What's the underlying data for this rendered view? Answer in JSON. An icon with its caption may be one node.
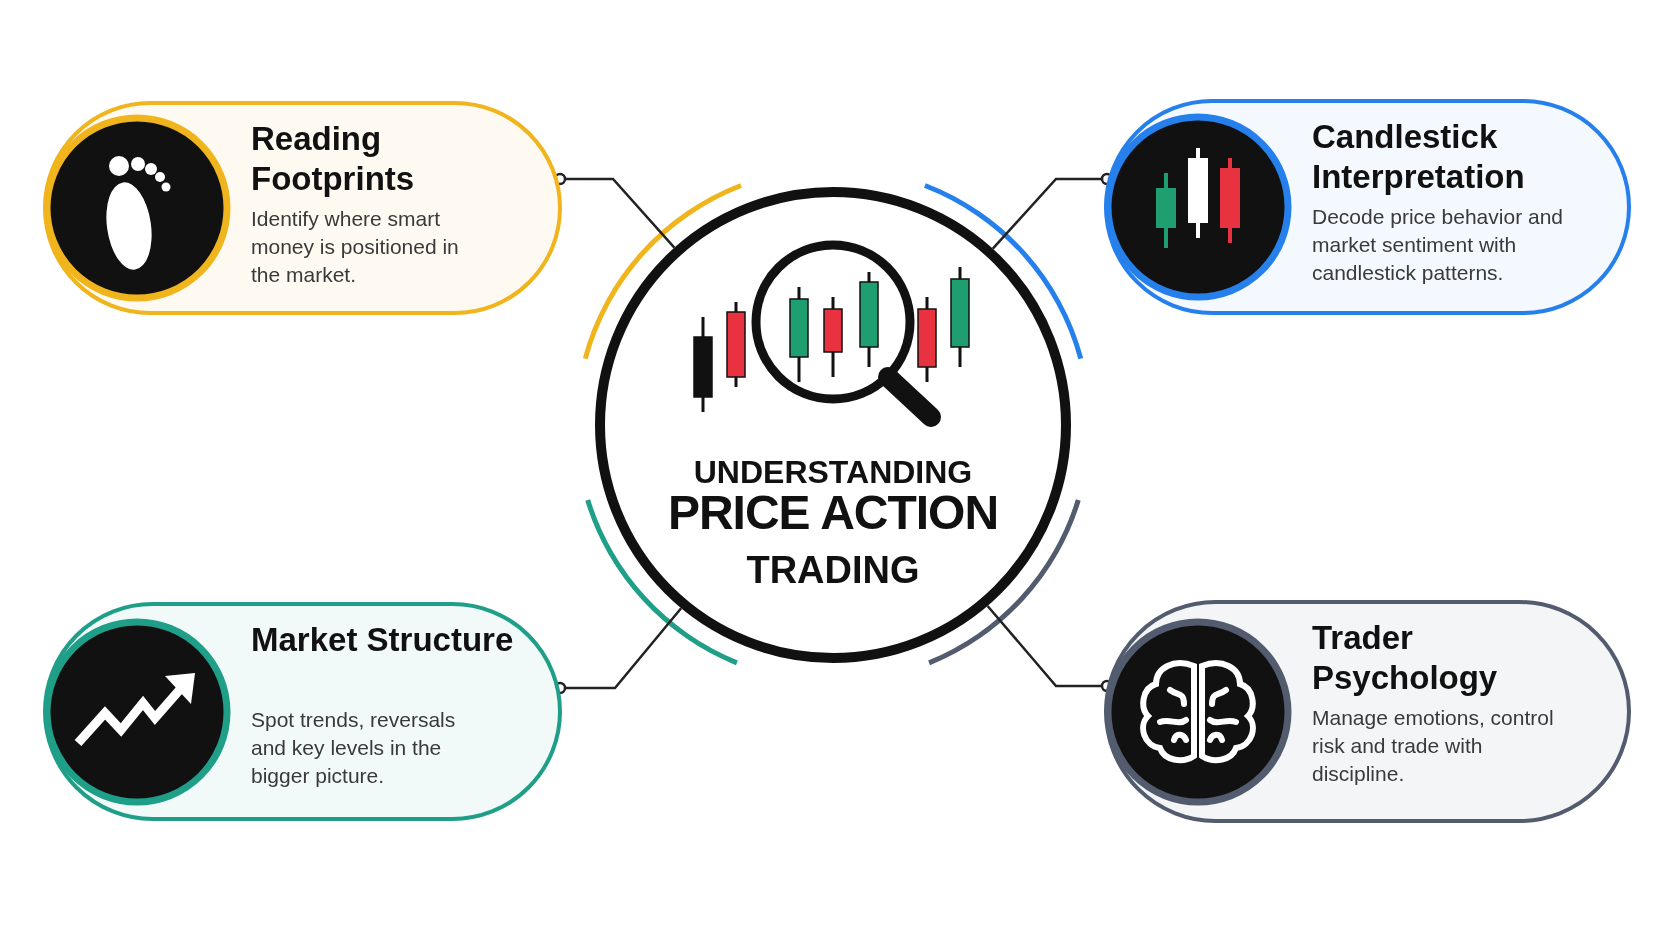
{
  "diagram": {
    "nodes": [
      {
        "text": [
          "Reading Footprints",
          "Identify where smart money is positioned in the market."
        ]
      },
      {
        "text": [
          "Candlestick Interpretation",
          "Decode price behavior and market sentiment with candlestick patterns."
        ]
      },
      {
        "text": [
          "UNDERSTANDING",
          "PRICE ACTION",
          "TRADING"
        ]
      },
      {
        "text": [
          "Market Structure",
          "Spot trends, reversals and key levels in the bigger picture."
        ]
      },
      {
        "text": [
          "Trader Psychology",
          "Manage emotions, control risk and trade with discipline."
        ]
      }
    ],
    "edges": [
      {
        "from": 2,
        "to": 0,
        "arrow": "other"
      },
      {
        "from": 2,
        "to": 1,
        "arrow": "other"
      },
      {
        "from": 2,
        "to": 3,
        "arrow": "other"
      },
      {
        "from": 2,
        "to": 4,
        "arrow": "other"
      }
    ]
  }
}
